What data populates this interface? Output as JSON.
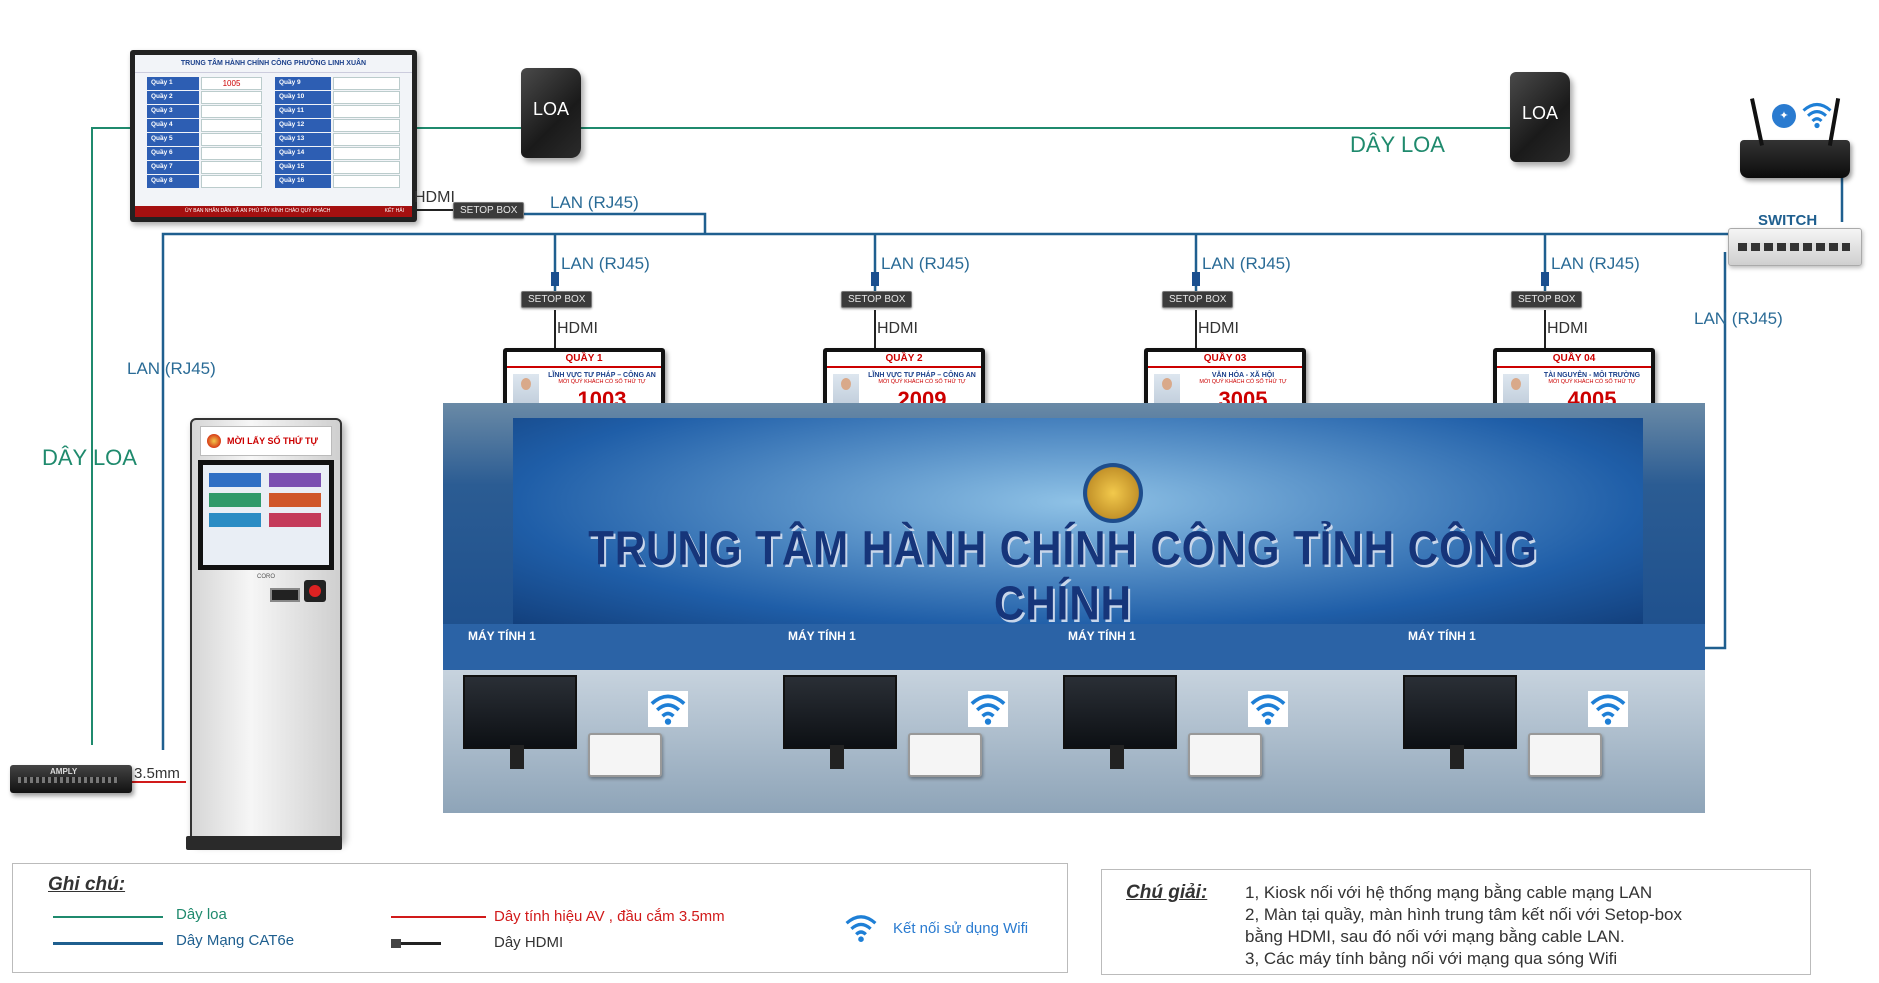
{
  "main_display": {
    "title": "TRUNG TÂM HÀNH CHÍNH CÔNG PHƯỜNG LINH XUÂN",
    "left_rows": [
      "Quầy 1",
      "Quầy 2",
      "Quầy 3",
      "Quầy 4",
      "Quầy 5",
      "Quầy 6",
      "Quầy 7",
      "Quầy 8"
    ],
    "right_rows": [
      "Quầy 9",
      "Quầy 10",
      "Quầy 11",
      "Quầy 12",
      "Quầy 13",
      "Quầy 14",
      "Quầy 15",
      "Quầy 16"
    ],
    "first_value": "1005",
    "footer": "ỦY BAN NHÂN DÂN XÃ AN PHÚ TÂY KÍNH CHÀO QUÝ KHÁCH",
    "footer_right": "KẾT HẢI"
  },
  "labels": {
    "hdmi": "HDMI",
    "setop_box": "SETOP BOX",
    "lan_rj45": "LAN (RJ45)",
    "day_loa": "DÂY LOA",
    "loa": "LOA",
    "switch": "SWITCH",
    "amply": "AMPLY",
    "mm35": "3.5mm",
    "may_tinh": "MÁY TÍNH 1",
    "hall_sign": "TRUNG TÂM HÀNH CHÍNH CÔNG TỈNH CÔNG CHÍNH"
  },
  "kiosk": {
    "header": "MỜI LẤY SỐ THỨ TỰ",
    "brand": "CORO"
  },
  "counters": [
    {
      "title": "QUẦY 1",
      "field": "LĨNH VỰC TƯ PHÁP – CÔNG AN",
      "sub": "MỜI QUÝ KHÁCH CÓ SỐ THỨ TỰ",
      "number": "1003"
    },
    {
      "title": "QUẦY  2",
      "field": "LĨNH VỰC TƯ PHÁP – CÔNG AN",
      "sub": "MỜI QUÝ KHÁCH CÓ SỐ THỨ TỰ",
      "number": "2009"
    },
    {
      "title": "QUẦY 03",
      "field": "VĂN HÓA - XÃ HỘI",
      "sub": "MỜI QUÝ KHÁCH CÓ SỐ THỨ TỰ",
      "number": "3005"
    },
    {
      "title": "QUẦY 04",
      "field": "TÀI NGUYÊN - MÔI TRƯỜNG",
      "sub": "MỜI QUÝ KHÁCH CÓ SỐ THỨ TỰ",
      "number": "4005"
    }
  ],
  "legend": {
    "title": "Ghi chú:",
    "speaker_wire": "Dây loa",
    "network": "Dây Mạng CAT6e",
    "av_signal": "Dây tính hiệu AV , đầu cắm 3.5mm",
    "hdmi_wire": "Dây HDMI",
    "wifi": "Kết nối sử dụng Wifi"
  },
  "explain": {
    "title": "Chú giải:",
    "lines": [
      "1, Kiosk nối với hệ thống mạng bằng cable mạng LAN",
      "2, Màn tại quầy, màn hình trung tâm kết nối với Setop-box",
      "bằng HDMI, sau đó nối với mạng bằng cable LAN.",
      "3, Các máy tính bảng nối với mạng qua sóng Wifi"
    ]
  },
  "colors": {
    "speaker_line": "#1f8a6d",
    "lan_line": "#1f5f8f",
    "av_line": "#d11a1a",
    "counter_red": "#cc0000"
  }
}
